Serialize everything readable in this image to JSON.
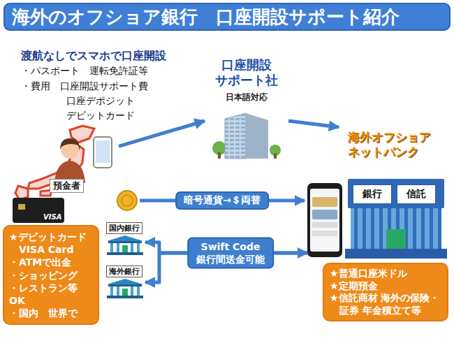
{
  "diagram": {
    "title": "海外のオフショア銀行　口座開設サポート紹介",
    "nodes": [
      {
        "text": [
          "預金者"
        ]
      },
      {
        "text": [
          "口座開設 サポート社",
          "日本語対応"
        ]
      },
      {
        "text": [
          "海外オフショア ネットバンク"
        ]
      },
      {
        "text": [
          "銀行"
        ],
        "in": 2
      },
      {
        "text": [
          "信託"
        ],
        "in": 2
      },
      {
        "text": [
          "国内銀行"
        ]
      },
      {
        "text": [
          "海外銀行"
        ]
      },
      {
        "text": [
          "★デビットカード VISA Card",
          "・ATMで出金",
          "・ショッピング",
          "・レストラン等OK",
          "・国内　世界で"
        ]
      },
      {
        "text": [
          "★普通口座米ドル",
          "★定期預金",
          "★信託商材 海外の保険・証券 年金積立て等"
        ]
      }
    ],
    "edges": [
      {
        "from": 0,
        "to": 1,
        "arrow": "to"
      },
      {
        "from": 1,
        "to": 2,
        "arrow": "to"
      },
      {
        "from": 5,
        "to": 2,
        "arrow": "both",
        "label": "Swift Code 銀行間送金可能"
      },
      {
        "from": 6,
        "to": 2,
        "arrow": "both"
      }
    ],
    "labels": [
      "渡航なしでスマホで口座開設",
      "・パスポート　運転免許証等",
      "・費用　口座開設サポート費",
      "口座デポジット",
      "デビットカード",
      "暗号通貨→＄両替",
      "VISA"
    ]
  }
}
